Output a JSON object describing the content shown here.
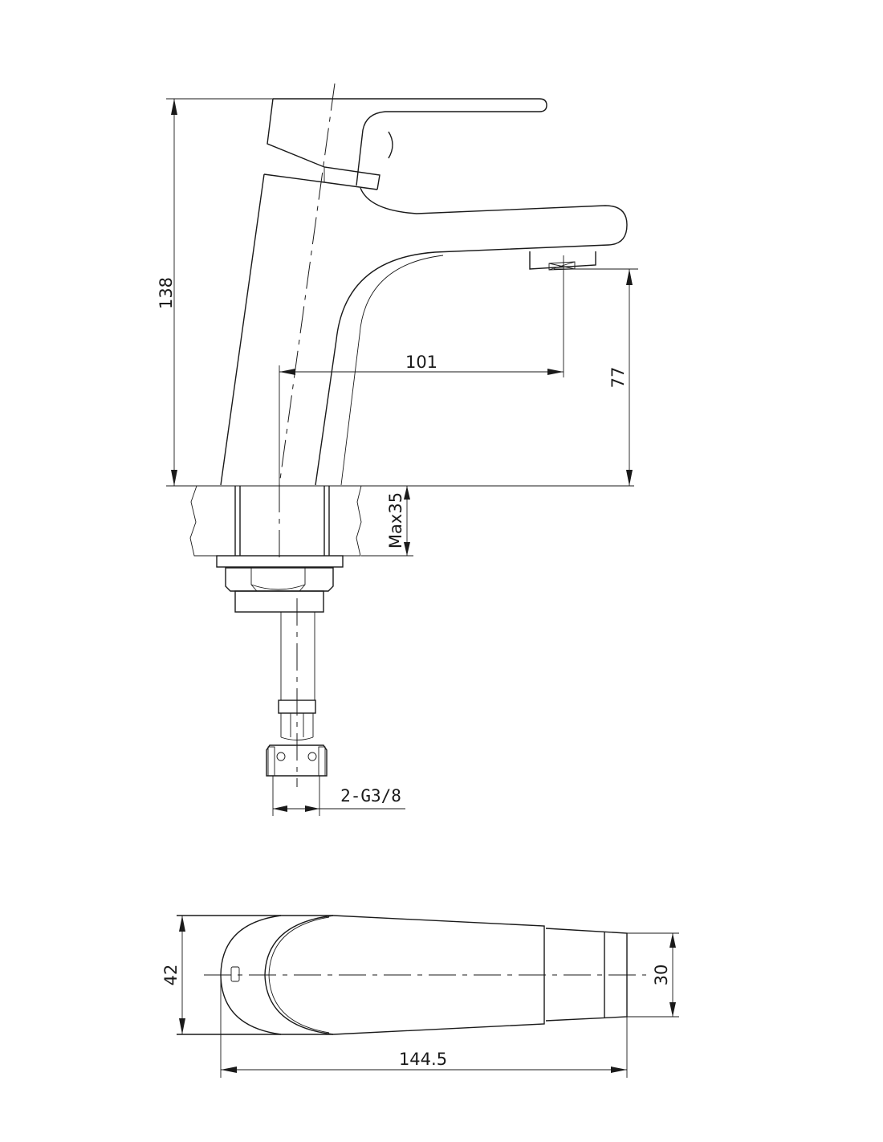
{
  "side_view": {
    "dimensions": {
      "total_height": "138",
      "spout_reach": "101",
      "spout_height": "77",
      "max_counter_thickness": "Max35",
      "connection": "2-G3/8"
    }
  },
  "top_view": {
    "dimensions": {
      "body_width": "42",
      "spout_width": "30",
      "total_length": "144.5"
    }
  },
  "colors": {
    "line": "#1a1a1a",
    "background": "#ffffff"
  }
}
